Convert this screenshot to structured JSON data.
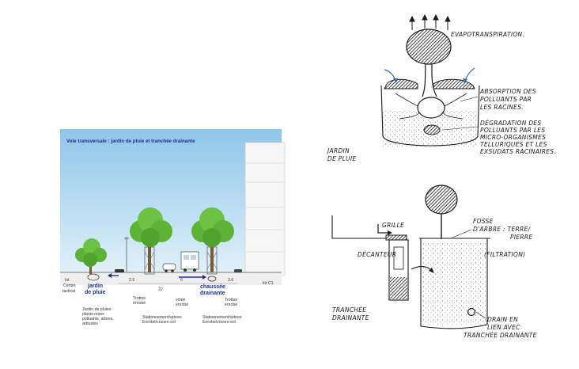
{
  "section": {
    "title": "Voie transversale : jardin de pluie et tranchée drainante",
    "labels": {
      "lot_left": "lot",
      "centre_1": "Centre",
      "centre_2": "tactical",
      "jardin_1": "jardin",
      "jardin_2": "de pluie",
      "chaussee_1": "chaussée",
      "chaussee_2": "drainante",
      "lot_right": "lot C1",
      "trottoir_left_1": "Trottoir",
      "trottoir_left_2": "enrobé",
      "voirie_1": "voirie",
      "voirie_2": "enrobé",
      "trottoir_right_1": "Trottoir",
      "trottoir_right_2": "enrobé",
      "jardin_desc_1": "Jardin de pluies",
      "jardin_desc_2": "plants noies",
      "jardin_desc_3": "polluants, arbres,",
      "jardin_desc_4": "arbustes",
      "stat_left_1": "Stationnement/arbres",
      "stat_left_2": "Enrobé/couvre sol",
      "stat_right_1": "Stationnement/arbres",
      "stat_right_2": "Enrobé/couvre sol"
    },
    "dims": {
      "d1": "2.5",
      "d2": "22",
      "d3": "6",
      "d4": "3.6"
    }
  },
  "sketch_top": {
    "evapo": "EVAPOTRANSPIRATION.",
    "abs_1": "ABSORPTION DES",
    "abs_2": "POLLUANTS PAR",
    "abs_3": "LES RACINES.",
    "deg_1": "DÉGRADATION DES",
    "deg_2": "POLLUANTS PAR LES",
    "deg_3": "MICRO-ORGANISMES",
    "deg_4": "TELLURIQUES ET LES",
    "deg_5": "EXSUDATS RACINAIRES.",
    "caption_1": "JARDIN",
    "caption_2": "DE PLUIE"
  },
  "sketch_bottom": {
    "grille": "GRILLE",
    "fosse_1": "FOSSE",
    "fosse_2": "D'ARBRE : TERRE/",
    "fosse_3": "PIERRE",
    "fosse_4": "(FILTRATION)",
    "decanteur": "DÉCANTEUR",
    "drain_1": "DRAIN EN",
    "drain_2": "LIEN AVEC",
    "drain_3": "TRANCHÉE DRAINANTE",
    "caption_1": "TRANCHÉE",
    "caption_2": "DRAINANTE"
  },
  "colors": {
    "sky_top": "#8fc6ea",
    "sky_bottom": "#e8f4fb",
    "tree_green": "#5cb338",
    "tree_dark": "#3d8a22",
    "text_blue": "#1e2f8f",
    "ink": "#1a1a1a"
  }
}
